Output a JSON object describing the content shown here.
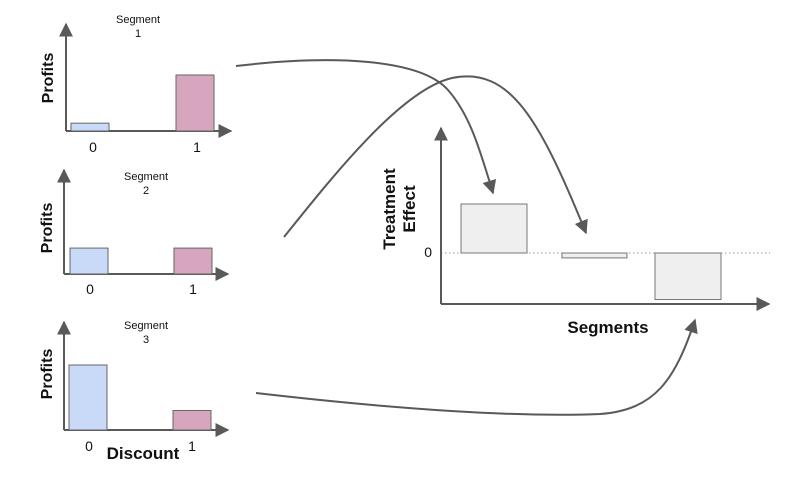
{
  "segment_charts": [
    {
      "title_line1": "Segment",
      "title_line2": "1",
      "ylabel": "Profits",
      "tick_0": "0",
      "tick_1": "1",
      "profit_discount_0": 0.14,
      "profit_discount_1": 1.0
    },
    {
      "title_line1": "Segment",
      "title_line2": "2",
      "ylabel": "Profits",
      "tick_0": "0",
      "tick_1": "1",
      "profit_discount_0": 0.48,
      "profit_discount_1": 0.48
    },
    {
      "title_line1": "Segment",
      "title_line2": "3",
      "ylabel": "Profits",
      "tick_0": "0",
      "tick_1": "1",
      "profit_discount_0": 1.0,
      "profit_discount_1": 0.3
    }
  ],
  "shared_xlabel": "Discount",
  "effect_chart": {
    "ylabel_line1": "Treatment",
    "ylabel_line2": "Effect",
    "zero_label": "0",
    "xlabel": "Segments",
    "effects": [
      1.0,
      -0.1,
      -0.95
    ]
  },
  "colors": {
    "discount_0": "#c9daf8",
    "discount_1": "#d5a6bd",
    "effect_bar": "#efefef",
    "axis": "#595959",
    "arrow": "#595959"
  }
}
